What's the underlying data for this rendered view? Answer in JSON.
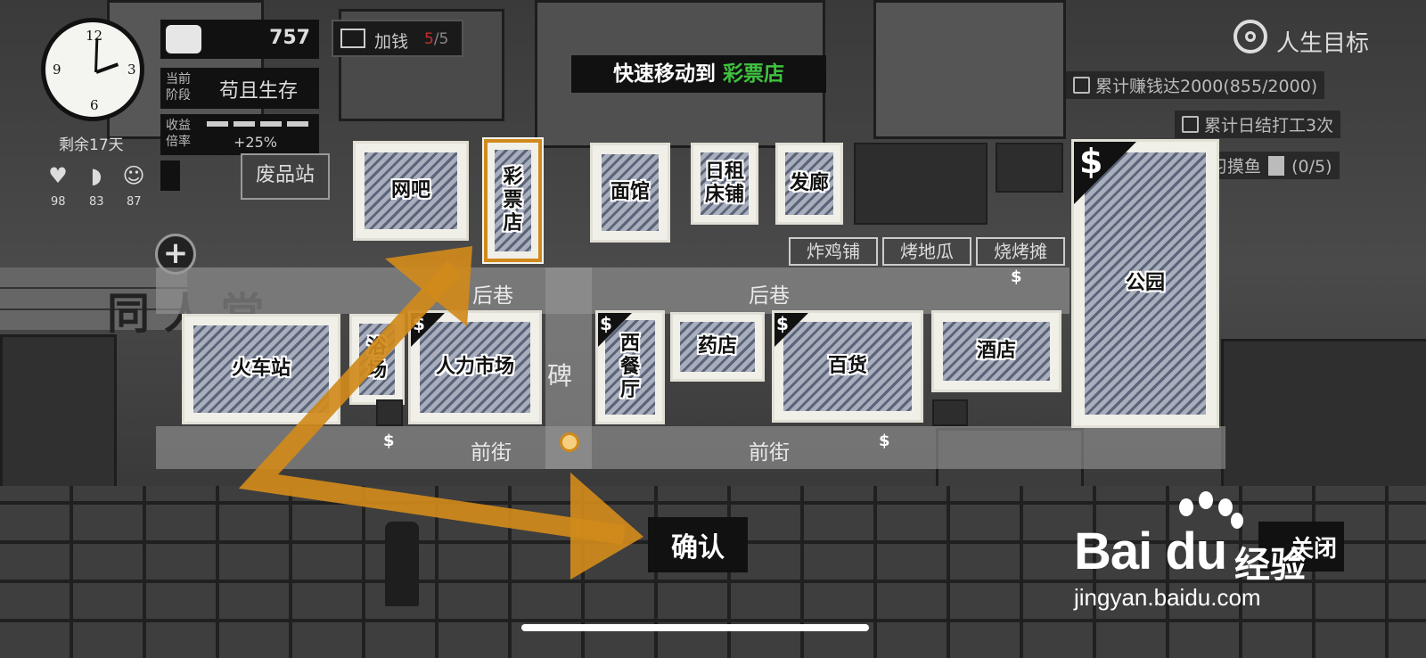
{
  "hud": {
    "clock_numbers": [
      "12",
      "3",
      "6",
      "9"
    ],
    "days_left": "剩余17天",
    "stats": {
      "health": "98",
      "hunger": "83",
      "mood": "87"
    },
    "money": "757",
    "add_money_label": "加钱",
    "add_money_used": "5",
    "add_money_total": "/5",
    "stage_label": "当前阶段",
    "stage_value": "苟且生存",
    "rate_label": "收益倍率",
    "rate_value": "+25%",
    "rate_bars_filled": 4
  },
  "goals": {
    "title": "人生目标",
    "items": [
      "累计赚钱达2000(855/2000)",
      "累计日结打工3次",
      "习摸鱼",
      "(0/5)"
    ]
  },
  "map": {
    "banner_prefix": "快速移动到",
    "banner_target": "彩票店",
    "streets": {
      "back_lane": "后巷",
      "front_street": "前街"
    },
    "stone_label": "碑",
    "junk_station": "废品站",
    "hospital_sign": "同人堂",
    "buildings": {
      "internet_cafe": "网吧",
      "lottery_shop": "彩票店",
      "noodle_shop": "面馆",
      "daily_bed": "日租床铺",
      "hair_salon": "发廊",
      "park": "公园",
      "train_station": "火车站",
      "bathhouse": "浴场",
      "labor_market": "人力市场",
      "western_restaurant": "西餐厅",
      "pharmacy": "药店",
      "department_store": "百货",
      "hotel": "酒店"
    },
    "stalls": [
      "炸鸡铺",
      "烤地瓜",
      "烧烤摊"
    ],
    "dollar_sign": "$"
  },
  "buttons": {
    "confirm": "确认",
    "close": "关闭"
  },
  "watermark": {
    "brand": "Bai  du",
    "cn": "经验",
    "url": "jingyan.baidu.com"
  },
  "colors": {
    "highlight": "#d08a1b",
    "target_green": "#3fc23f",
    "warn_red": "#c03030"
  }
}
